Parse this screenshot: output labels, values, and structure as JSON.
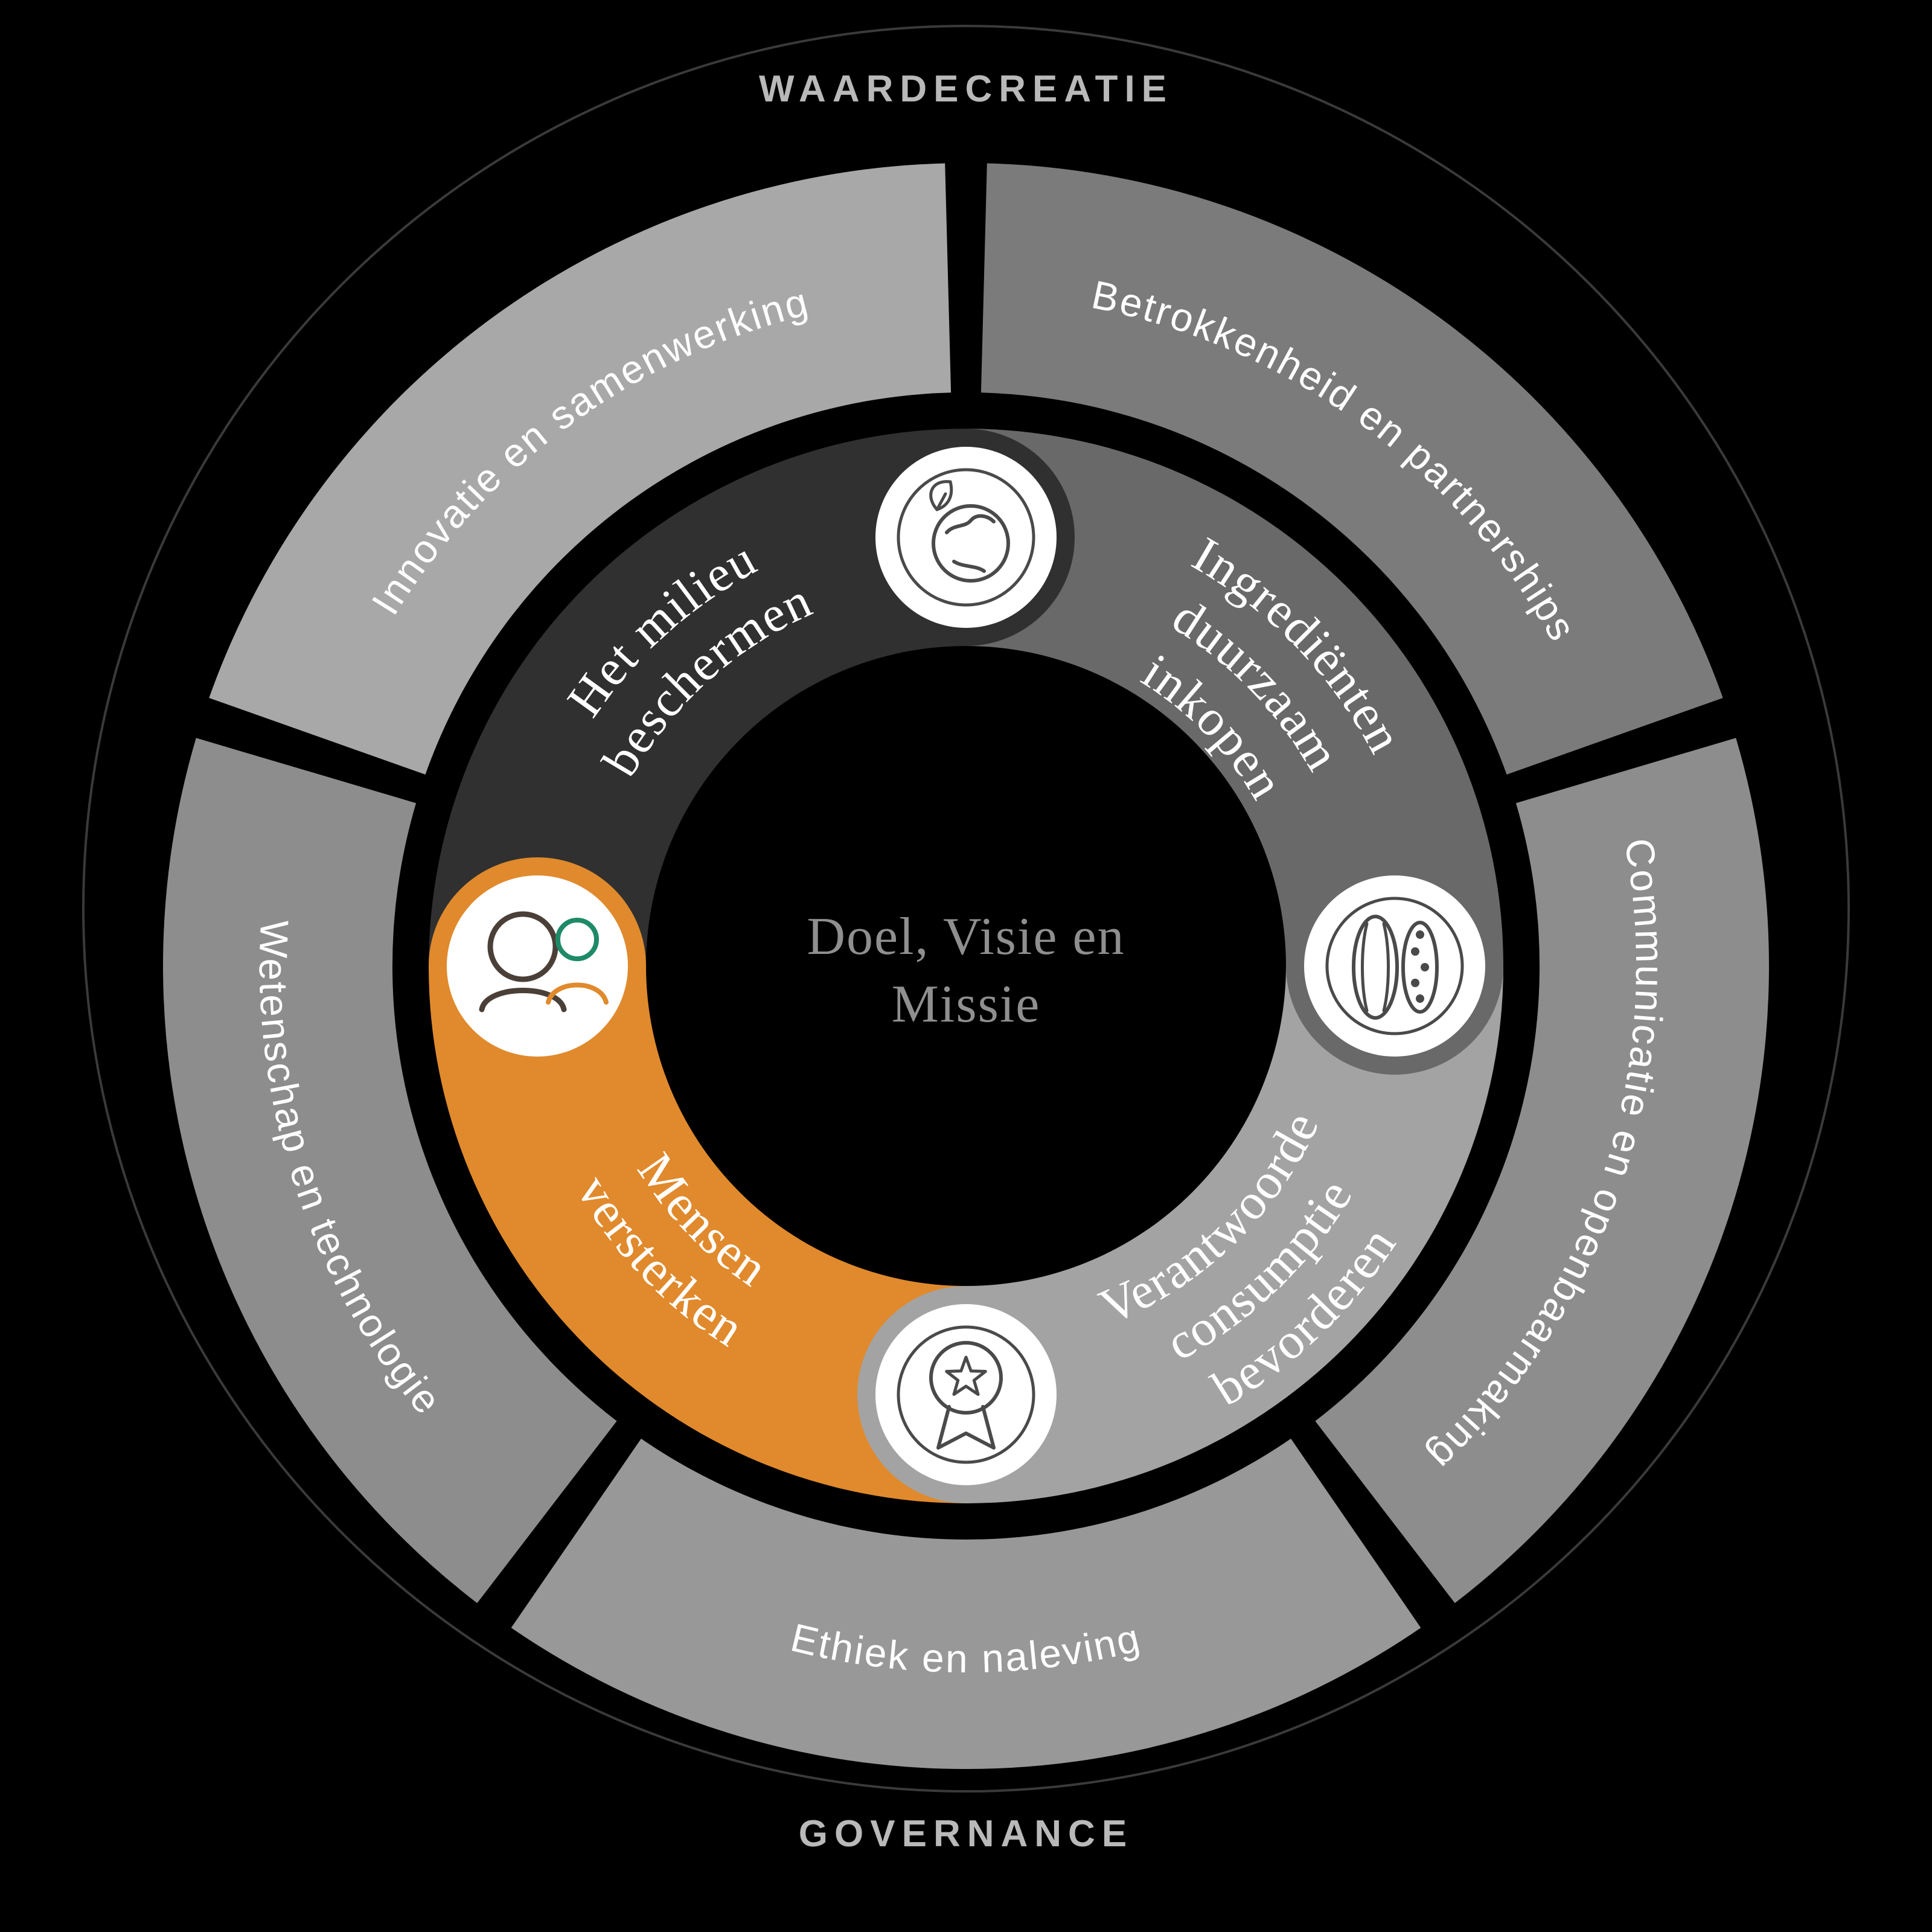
{
  "diagram": {
    "title_top": "WAARDECREATIE",
    "title_bottom": "GOVERNANCE",
    "center": {
      "line1": "Doel, Visie en",
      "line2": "Missie"
    },
    "governance_ring": {
      "segments": [
        {
          "id": "innovatie",
          "label": "Innovatie en samenwerking",
          "color": "#a8a8a8"
        },
        {
          "id": "betrokkenheid",
          "label": "Betrokkenheid en partnerships",
          "color": "#7b7b7b"
        },
        {
          "id": "communicatie",
          "label": "Communicatie en openbaarmaking",
          "color": "#8d8d8d"
        },
        {
          "id": "ethiek",
          "label": "Ethiek en naleving",
          "color": "#989898"
        },
        {
          "id": "wetenschap",
          "label": "Wetenschap en technologie",
          "color": "#8d8d8d"
        }
      ]
    },
    "pillar_ring": {
      "segments": [
        {
          "id": "milieu",
          "label": "Het milieu beschermen",
          "line1": "Het milieu",
          "line2": "beschermen",
          "icon": "earth-leaf-icon",
          "color": "#303030"
        },
        {
          "id": "ingredienten",
          "label": "Ingrediënten duurzaam inkopen",
          "line1": "Ingrediënten",
          "line2": "duurzaam",
          "line3": "inkopen",
          "icon": "cocoa-pod-icon",
          "color": "#696969"
        },
        {
          "id": "verantwoorde",
          "label": "Verantwoorde consumptie bevorderen",
          "line1": "Verantwoorde",
          "line2": "consumptie",
          "line3": "bevorderen",
          "icon": "award-medal-icon",
          "color": "#a3a3a3"
        },
        {
          "id": "mensen",
          "label": "Mensen versterken",
          "line1": "Mensen",
          "line2": "versterken",
          "icon": "people-icon",
          "color": "#e08a2d"
        }
      ]
    },
    "colors": {
      "background": "#000000",
      "outer_circle_stroke": "#3a3a3a",
      "outer_label_text": "#b9b9b9",
      "ring_label_text": "#ffffff",
      "pillar_label_text": "#ffffff",
      "center_text": "#8f8f8f",
      "icon_background": "#ffffff",
      "icon_stroke": "#4a4a4a",
      "accent_orange": "#e08a2d",
      "accent_green": "#1e8a68",
      "people_dark": "#4a4038"
    }
  }
}
